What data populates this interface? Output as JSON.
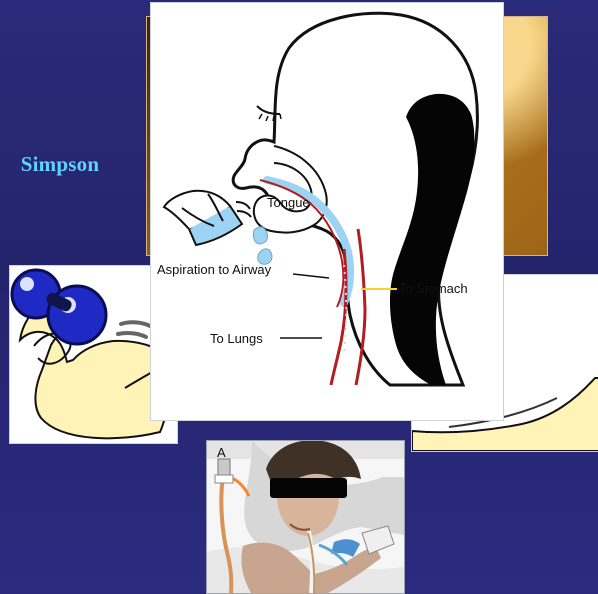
{
  "slide": {
    "presenter_name": "Simpson"
  },
  "diagram": {
    "labels": {
      "tongue": "Tongue",
      "aspiration": "Aspiration to Airway",
      "to_stomach": "To Stomach",
      "to_lungs": "To Lungs"
    }
  },
  "patient_photo": {
    "panel_label": "A"
  },
  "colors": {
    "background": "#2a2a7a",
    "presenter_text": "#5fd2ff",
    "airway_line": "#b31d22",
    "callout_line": "#f2d42d",
    "water_blue": "#9dd3f2"
  }
}
